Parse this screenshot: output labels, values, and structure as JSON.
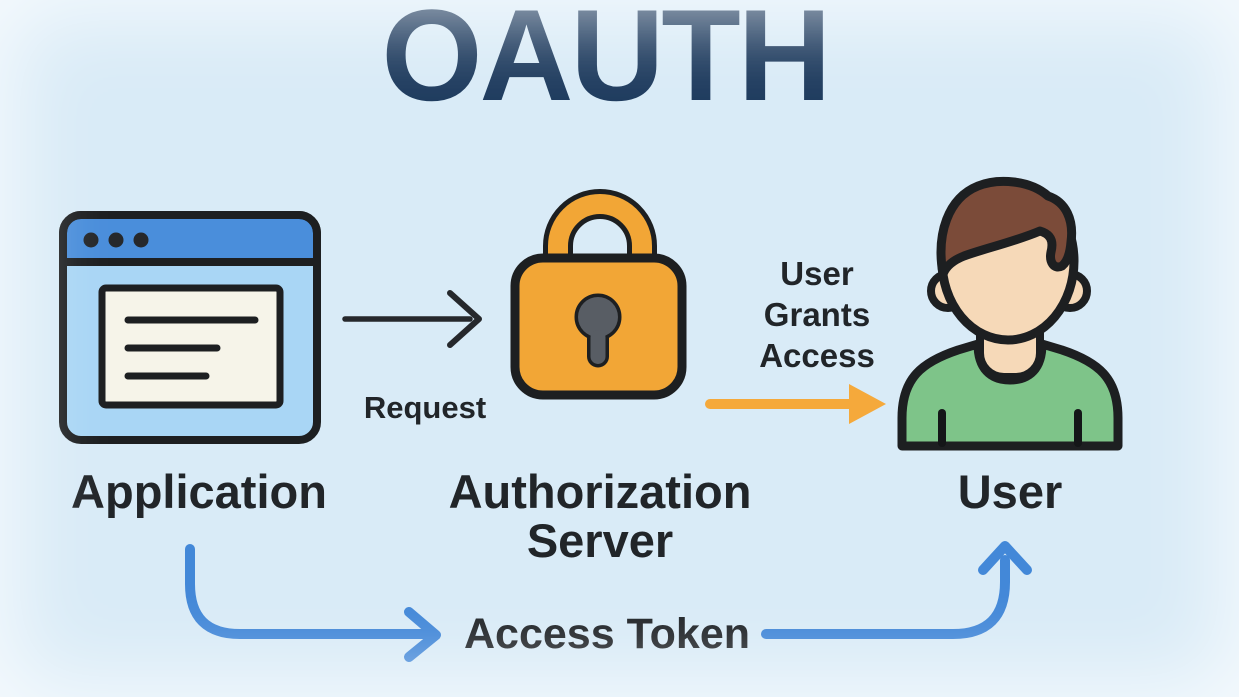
{
  "title": "OAUTH",
  "colors": {
    "background": "#d9ebf7",
    "title_navy": "#1e3b5e",
    "text_black": "#212529",
    "outline_black": "#1d1f21",
    "browser_header_blue": "#4a8edb",
    "browser_body_blue": "#a9d6f5",
    "browser_content_cream": "#f6f4e9",
    "lock_orange": "#f2a636",
    "keyhole_gray": "#585d64",
    "arrow_black": "#26282c",
    "arrow_orange": "#f5a93b",
    "arrow_blue": "#4388d8",
    "hair_brown": "#7b4b39",
    "skin": "#f6d9b8",
    "shirt_green": "#7ec489"
  },
  "nodes": {
    "application": {
      "label": "Application",
      "icon": "browser-window-icon"
    },
    "authorization_server": {
      "label": "Authorization Server",
      "label_lines": [
        "Authorization",
        "Server"
      ],
      "icon": "padlock-icon"
    },
    "user": {
      "label": "User",
      "icon": "person-icon"
    }
  },
  "edges": {
    "request": {
      "from": "Application",
      "to": "Authorization Server",
      "label": "Request",
      "color": "#26282c"
    },
    "user_grants_access": {
      "from": "Authorization Server",
      "to": "User",
      "label": "User Grants Access",
      "label_lines": [
        "User",
        "Grants",
        "Access"
      ],
      "color": "#f5a93b"
    },
    "access_token": {
      "from": "Application",
      "to": "User",
      "label": "Access Token",
      "color": "#4388d8"
    }
  }
}
